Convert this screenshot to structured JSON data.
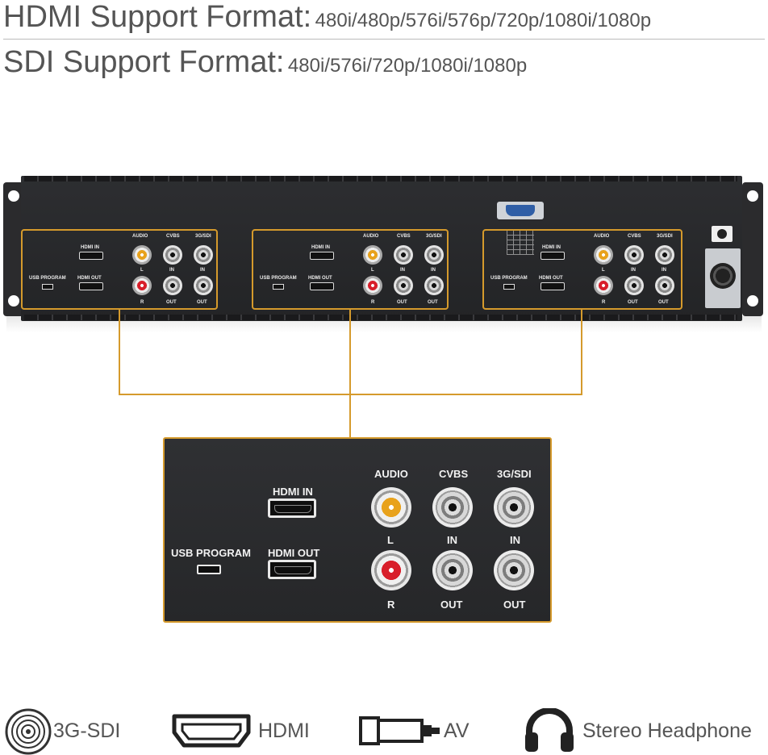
{
  "header": {
    "hdmi_title": "HDMI Support Format:",
    "hdmi_formats": "480i/480p/576i/576p/720p/1080i/1080p",
    "sdi_title": "SDI Support Format:",
    "sdi_formats": "480i/576i/720p/1080i/1080p"
  },
  "panel_labels": {
    "usb": "USB PROGRAM",
    "hdmi_in": "HDMI IN",
    "hdmi_out": "HDMI OUT",
    "audio": "AUDIO",
    "cvbs": "CVBS",
    "sdi": "3G/SDI",
    "l": "L",
    "r": "R",
    "in": "IN",
    "out": "OUT"
  },
  "colors": {
    "accent": "#d59a2c",
    "rca_left": "#e8a21c",
    "rca_right": "#d81e2a"
  },
  "legend": {
    "sdi": "3G-SDI",
    "hdmi": "HDMI",
    "av": "AV",
    "headphone": "Stereo Headphone",
    "icons": [
      "bnc-icon",
      "hdmi-icon",
      "av-plug-icon",
      "headphone-icon"
    ]
  }
}
